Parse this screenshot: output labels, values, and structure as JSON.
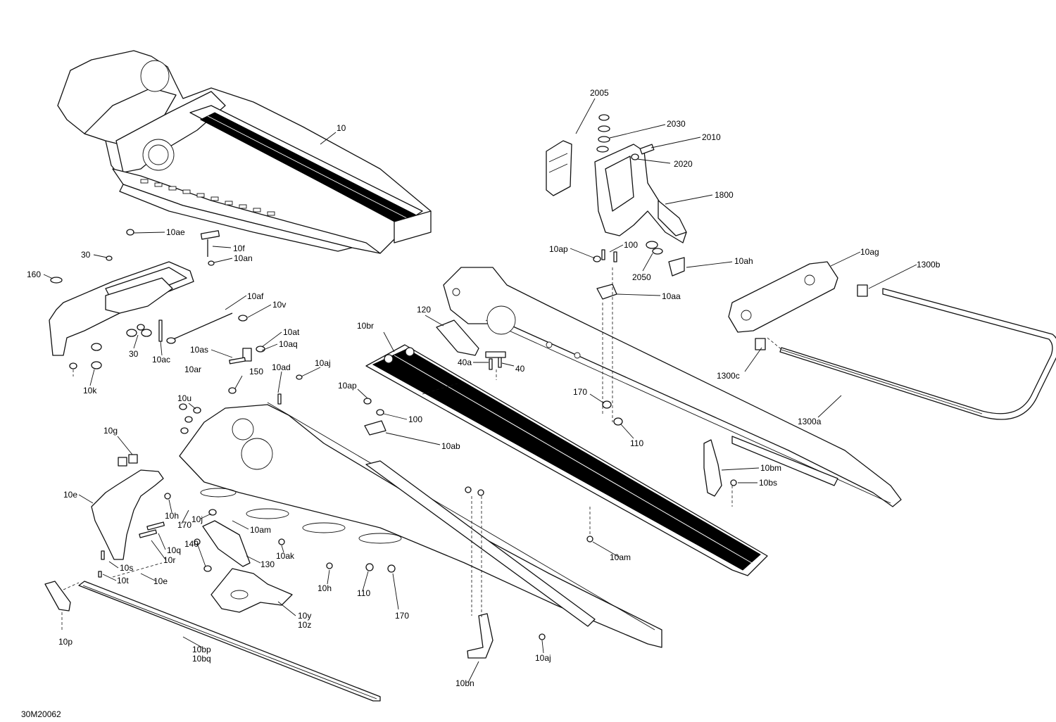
{
  "diagram_code": "30M20062",
  "callouts": [
    {
      "id": "c-10",
      "text": "10"
    },
    {
      "id": "c-2005",
      "text": "2005"
    },
    {
      "id": "c-2030",
      "text": "2030"
    },
    {
      "id": "c-2010",
      "text": "2010"
    },
    {
      "id": "c-2020",
      "text": "2020"
    },
    {
      "id": "c-1800",
      "text": "1800"
    },
    {
      "id": "c-10ae",
      "text": "10ae"
    },
    {
      "id": "c-10f",
      "text": "10f"
    },
    {
      "id": "c-30a",
      "text": "30"
    },
    {
      "id": "c-10an",
      "text": "10an"
    },
    {
      "id": "c-160",
      "text": "160"
    },
    {
      "id": "c-10af",
      "text": "10af"
    },
    {
      "id": "c-10v",
      "text": "10v"
    },
    {
      "id": "c-10at",
      "text": "10at"
    },
    {
      "id": "c-10aq",
      "text": "10aq"
    },
    {
      "id": "c-10as",
      "text": "10as"
    },
    {
      "id": "c-30b",
      "text": "30"
    },
    {
      "id": "c-10ac",
      "text": "10ac"
    },
    {
      "id": "c-10ar",
      "text": "10ar"
    },
    {
      "id": "c-10k",
      "text": "10k"
    },
    {
      "id": "c-10ap1",
      "text": "10ap"
    },
    {
      "id": "c-100a",
      "text": "100"
    },
    {
      "id": "c-2050",
      "text": "2050"
    },
    {
      "id": "c-10ah",
      "text": "10ah"
    },
    {
      "id": "c-10ag",
      "text": "10ag"
    },
    {
      "id": "c-1300b",
      "text": "1300b"
    },
    {
      "id": "c-10aa",
      "text": "10aa"
    },
    {
      "id": "c-120",
      "text": "120"
    },
    {
      "id": "c-10br",
      "text": "10br"
    },
    {
      "id": "c-40a",
      "text": "40a"
    },
    {
      "id": "c-40",
      "text": "40"
    },
    {
      "id": "c-1300c",
      "text": "1300c"
    },
    {
      "id": "c-10ad",
      "text": "10ad"
    },
    {
      "id": "c-10aj1",
      "text": "10aj"
    },
    {
      "id": "c-150",
      "text": "150"
    },
    {
      "id": "c-10ap2",
      "text": "10ap"
    },
    {
      "id": "c-170a",
      "text": "170"
    },
    {
      "id": "c-1300a",
      "text": "1300a"
    },
    {
      "id": "c-10u",
      "text": "10u"
    },
    {
      "id": "c-100b",
      "text": "100"
    },
    {
      "id": "c-110a",
      "text": "110"
    },
    {
      "id": "c-10ab",
      "text": "10ab"
    },
    {
      "id": "c-10g",
      "text": "10g"
    },
    {
      "id": "c-10bm",
      "text": "10bm"
    },
    {
      "id": "c-10bs",
      "text": "10bs"
    },
    {
      "id": "c-10e1",
      "text": "10e"
    },
    {
      "id": "c-10h1",
      "text": "10h"
    },
    {
      "id": "c-170b",
      "text": "170"
    },
    {
      "id": "c-10j",
      "text": "10j"
    },
    {
      "id": "c-10am1",
      "text": "10am"
    },
    {
      "id": "c-140",
      "text": "140"
    },
    {
      "id": "c-10q",
      "text": "10q"
    },
    {
      "id": "c-10r",
      "text": "10r"
    },
    {
      "id": "c-10s",
      "text": "10s"
    },
    {
      "id": "c-10t",
      "text": "10t"
    },
    {
      "id": "c-10e2",
      "text": "10e"
    },
    {
      "id": "c-130",
      "text": "130"
    },
    {
      "id": "c-10ak",
      "text": "10ak"
    },
    {
      "id": "c-10am2",
      "text": "10am"
    },
    {
      "id": "c-10h2",
      "text": "10h"
    },
    {
      "id": "c-110b",
      "text": "110"
    },
    {
      "id": "c-170c",
      "text": "170"
    },
    {
      "id": "c-10y",
      "text": "10y"
    },
    {
      "id": "c-10z",
      "text": "10z"
    },
    {
      "id": "c-10p",
      "text": "10p"
    },
    {
      "id": "c-10bp",
      "text": "10bp"
    },
    {
      "id": "c-10bq",
      "text": "10bq"
    },
    {
      "id": "c-10aj2",
      "text": "10aj"
    },
    {
      "id": "c-10bn",
      "text": "10bn"
    }
  ]
}
